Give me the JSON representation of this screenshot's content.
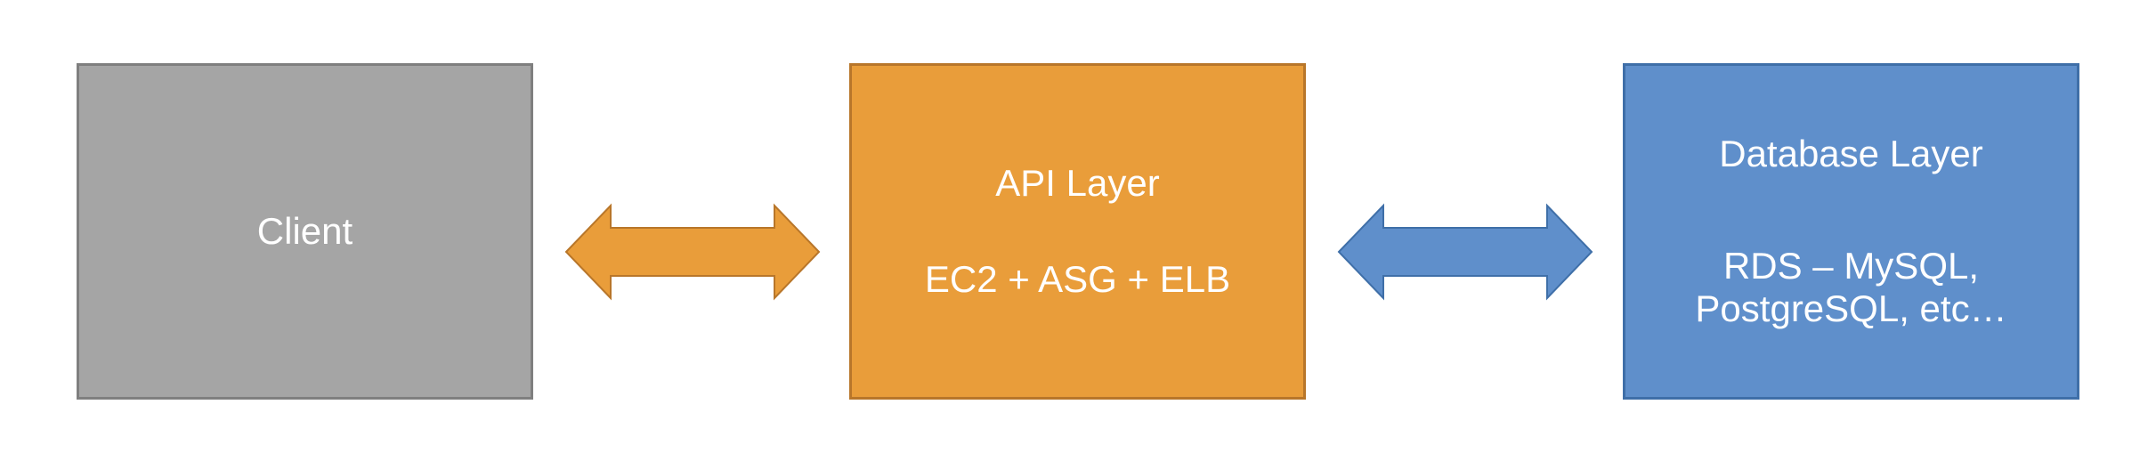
{
  "nodes": {
    "client": {
      "label": "Client"
    },
    "api": {
      "title": "API Layer",
      "detail": "EC2 + ASG + ELB"
    },
    "database": {
      "title": "Database Layer",
      "detail_line1": "RDS – MySQL,",
      "detail_line2": "PostgreSQL, etc…"
    }
  },
  "colors": {
    "client_fill": "#a5a5a5",
    "api_fill": "#e99d3a",
    "database_fill": "#5f8fcb",
    "arrow_client_api": "#e99d3a",
    "arrow_api_database": "#5f8fcb"
  },
  "connections": [
    {
      "from": "client",
      "to": "api",
      "direction": "bidirectional"
    },
    {
      "from": "api",
      "to": "database",
      "direction": "bidirectional"
    }
  ]
}
